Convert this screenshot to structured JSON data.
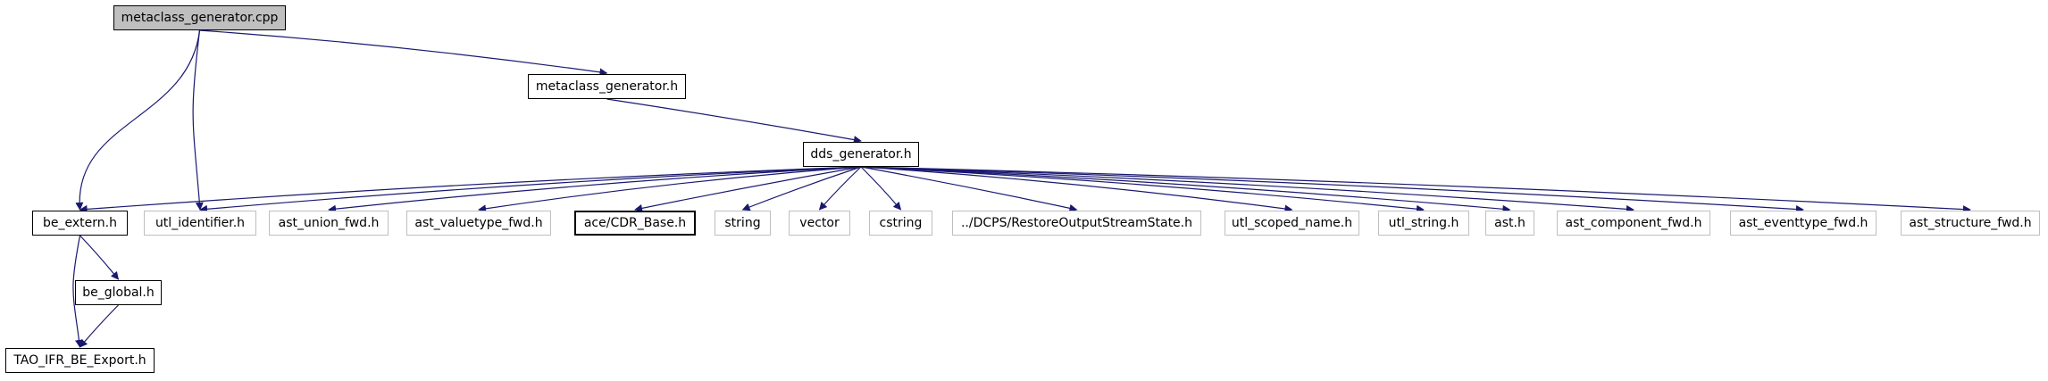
{
  "graph": {
    "root": "metaclass_generator.cpp",
    "edge_color": "#191970",
    "nodes": {
      "metaclass_generator_cpp": {
        "label": "metaclass_generator.cpp",
        "kind": "current"
      },
      "metaclass_generator_h": {
        "label": "metaclass_generator.h",
        "kind": "linked"
      },
      "dds_generator_h": {
        "label": "dds_generator.h",
        "kind": "linked"
      },
      "be_extern_h": {
        "label": "be_extern.h",
        "kind": "linked"
      },
      "utl_identifier_h": {
        "label": "utl_identifier.h",
        "kind": "external"
      },
      "ast_union_fwd_h": {
        "label": "ast_union_fwd.h",
        "kind": "external"
      },
      "ast_valuetype_fwd_h": {
        "label": "ast_valuetype_fwd.h",
        "kind": "external"
      },
      "ace_cdr_base_h": {
        "label": "ace/CDR_Base.h",
        "kind": "linked"
      },
      "string": {
        "label": "string",
        "kind": "external"
      },
      "vector": {
        "label": "vector",
        "kind": "external"
      },
      "cstring": {
        "label": "cstring",
        "kind": "external"
      },
      "restore_output_stream_state_h": {
        "label": "../DCPS/RestoreOutputStreamState.h",
        "kind": "external"
      },
      "utl_scoped_name_h": {
        "label": "utl_scoped_name.h",
        "kind": "external"
      },
      "utl_string_h": {
        "label": "utl_string.h",
        "kind": "external"
      },
      "ast_h": {
        "label": "ast.h",
        "kind": "external"
      },
      "ast_component_fwd_h": {
        "label": "ast_component_fwd.h",
        "kind": "external"
      },
      "ast_eventtype_fwd_h": {
        "label": "ast_eventtype_fwd.h",
        "kind": "external"
      },
      "ast_structure_fwd_h": {
        "label": "ast_structure_fwd.h",
        "kind": "external"
      },
      "be_global_h": {
        "label": "be_global.h",
        "kind": "linked"
      },
      "tao_ifr_be_export_h": {
        "label": "TAO_IFR_BE_Export.h",
        "kind": "linked"
      }
    },
    "edges": [
      [
        "metaclass_generator_cpp",
        "be_extern_h"
      ],
      [
        "metaclass_generator_cpp",
        "utl_identifier_h"
      ],
      [
        "metaclass_generator_cpp",
        "metaclass_generator_h"
      ],
      [
        "metaclass_generator_h",
        "dds_generator_h"
      ],
      [
        "dds_generator_h",
        "be_extern_h"
      ],
      [
        "dds_generator_h",
        "utl_identifier_h"
      ],
      [
        "dds_generator_h",
        "ast_union_fwd_h"
      ],
      [
        "dds_generator_h",
        "ast_valuetype_fwd_h"
      ],
      [
        "dds_generator_h",
        "ace_cdr_base_h"
      ],
      [
        "dds_generator_h",
        "string"
      ],
      [
        "dds_generator_h",
        "vector"
      ],
      [
        "dds_generator_h",
        "cstring"
      ],
      [
        "dds_generator_h",
        "restore_output_stream_state_h"
      ],
      [
        "dds_generator_h",
        "utl_scoped_name_h"
      ],
      [
        "dds_generator_h",
        "utl_string_h"
      ],
      [
        "dds_generator_h",
        "ast_h"
      ],
      [
        "dds_generator_h",
        "ast_component_fwd_h"
      ],
      [
        "dds_generator_h",
        "ast_eventtype_fwd_h"
      ],
      [
        "dds_generator_h",
        "ast_structure_fwd_h"
      ],
      [
        "be_extern_h",
        "be_global_h"
      ],
      [
        "be_extern_h",
        "tao_ifr_be_export_h"
      ],
      [
        "be_global_h",
        "tao_ifr_be_export_h"
      ]
    ]
  }
}
